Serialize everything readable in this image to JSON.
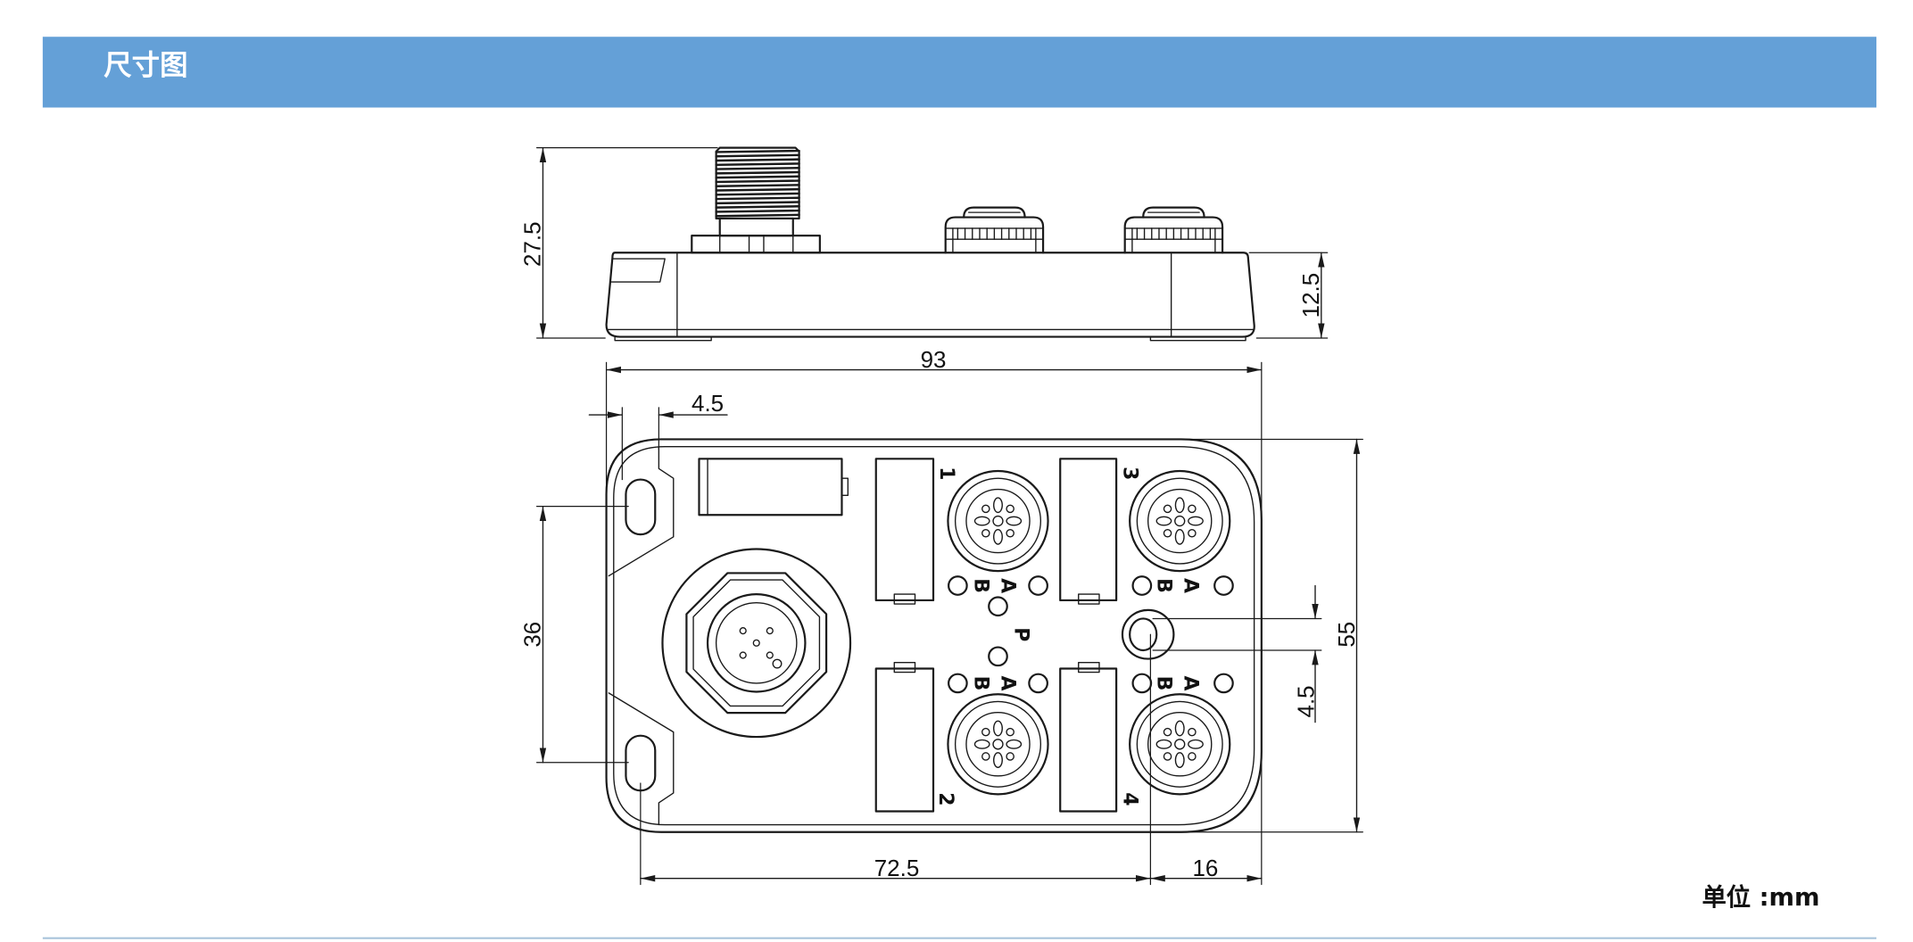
{
  "header": {
    "title": "尺寸图"
  },
  "colors": {
    "header_bar": "#64a0d7",
    "header_text": "#ffffff",
    "drawing_line": "#1a1a1a",
    "footer_rule": "#a9c4db"
  },
  "side_view": {
    "overall_height": "27.5",
    "body_height": "12.5"
  },
  "top_view": {
    "overall_width": "93",
    "flange_offset": "4.5",
    "mounting_hole_spacing": "36",
    "overall_depth": "55",
    "ground_hole_size": "4.5",
    "mounting_hole_to_ground_hole": "72.5",
    "ground_hole_to_edge": "16",
    "port_labels": [
      "1",
      "2",
      "3",
      "4"
    ],
    "led_label_a": "A",
    "led_label_b": "B",
    "power_led_label": "P"
  },
  "footer": {
    "unit_note": "单位 :mm"
  }
}
